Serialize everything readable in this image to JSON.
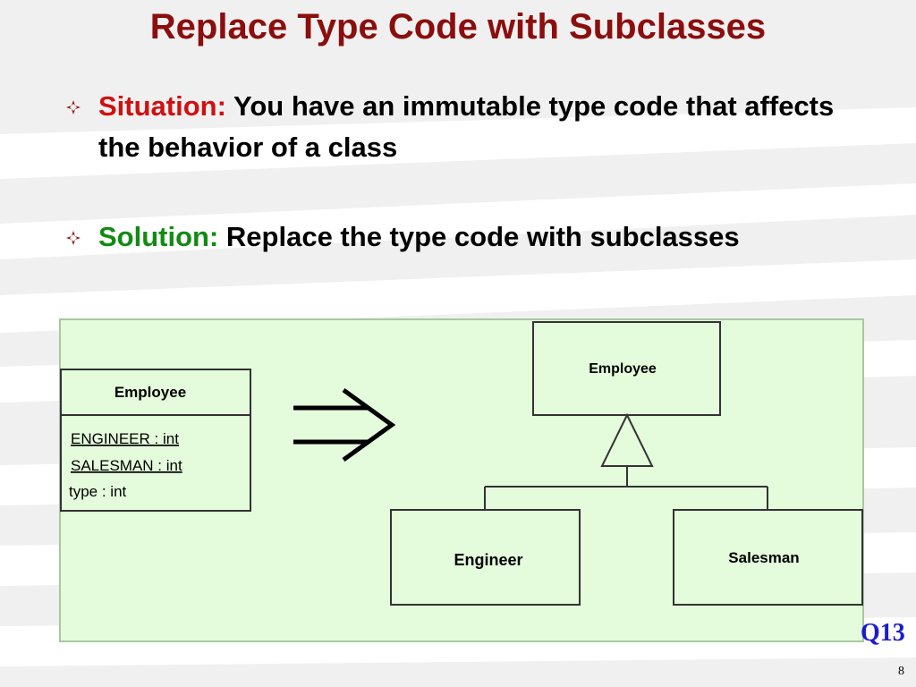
{
  "slide": {
    "title": "Replace Type Code with Subclasses",
    "bullets": [
      {
        "label": "Situation:",
        "text": "You have an immutable type code that affects the behavior of a class"
      },
      {
        "label": "Solution:",
        "text": "Replace the type code with subclasses"
      }
    ],
    "tag": "Q13",
    "page_number": "8"
  },
  "colors": {
    "title": "#8b0e0e",
    "situation_label": "#d01010",
    "solution_label": "#138a13",
    "diagram_bg": "#e4fbdc",
    "tag": "#1c1ccc"
  },
  "diagram": {
    "before_class": {
      "name": "Employee",
      "attributes": [
        "ENGINEER : int",
        "SALESMAN : int",
        "type : int"
      ]
    },
    "after_classes": {
      "parent": "Employee",
      "children": [
        "Engineer",
        "Salesman"
      ]
    }
  }
}
